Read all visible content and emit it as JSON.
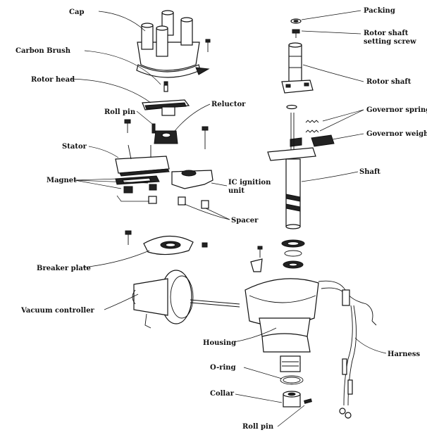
{
  "diagram": {
    "labels": {
      "cap": "Cap",
      "carbon_brush": "Carbon Brush",
      "rotor_head": "Rotor head",
      "roll_pin_top": "Roll pin",
      "reluctor": "Reluctor",
      "stator": "Stator",
      "magnet": "Magnet",
      "ic_ignition_unit_1": "IC ignition",
      "ic_ignition_unit_2": "unit",
      "spacer": "Spacer",
      "breaker_plate": "Breaker plate",
      "vacuum_controller": "Vacuum controller",
      "housing": "Housing",
      "o_ring": "O-ring",
      "collar": "Collar",
      "roll_pin_bottom": "Roll pin",
      "packing": "Packing",
      "rotor_shaft_setting_screw_1": "Rotor shaft",
      "rotor_shaft_setting_screw_2": "setting screw",
      "rotor_shaft": "Rotor shaft",
      "governor_spring": "Governor spring",
      "governor_weight": "Governor weight",
      "shaft": "Shaft",
      "harness": "Harness"
    }
  }
}
